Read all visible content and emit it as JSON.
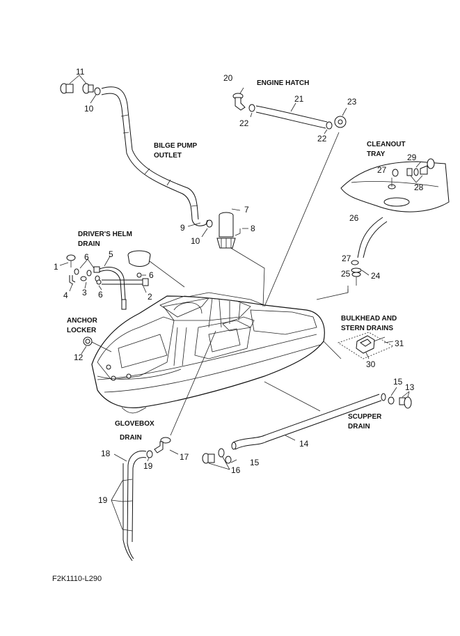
{
  "labels": {
    "engine_hatch": "ENGINE HATCH",
    "bilge_pump_outlet_1": "BILGE PUMP",
    "bilge_pump_outlet_2": "OUTLET",
    "cleanout_tray_1": "CLEANOUT",
    "cleanout_tray_2": "TRAY",
    "drivers_helm_drain_1": "DRIVER'S HELM",
    "drivers_helm_drain_2": "DRAIN",
    "anchor_locker_1": "ANCHOR",
    "anchor_locker_2": "LOCKER",
    "bulkhead_stern_1": "BULKHEAD AND",
    "bulkhead_stern_2": "STERN DRAINS",
    "scupper_drain_1": "SCUPPER",
    "scupper_drain_2": "DRAIN",
    "glovebox_drain_1": "GLOVEBOX",
    "glovebox_drain_2": "DRAIN"
  },
  "callouts": {
    "c11": "11",
    "c10a": "10",
    "c20": "20",
    "c21": "21",
    "c22a": "22",
    "c23": "23",
    "c22b": "22",
    "c29": "29",
    "c27a": "27",
    "c28": "28",
    "c7": "7",
    "c9": "9",
    "c8": "8",
    "c10b": "10",
    "c26": "26",
    "c1": "1",
    "c6a": "6",
    "c5": "5",
    "c6b": "6",
    "c4": "4",
    "c3": "3",
    "c6c": "6",
    "c2": "2",
    "c27b": "27",
    "c25": "25",
    "c24": "24",
    "c12": "12",
    "c31": "31",
    "c30": "30",
    "c15a": "15",
    "c13": "13",
    "c14": "14",
    "c18": "18",
    "c19a": "19",
    "c17": "17",
    "c15b": "15",
    "c16": "16",
    "c19b": "19"
  },
  "diagram_code": "F2K1110-L290"
}
